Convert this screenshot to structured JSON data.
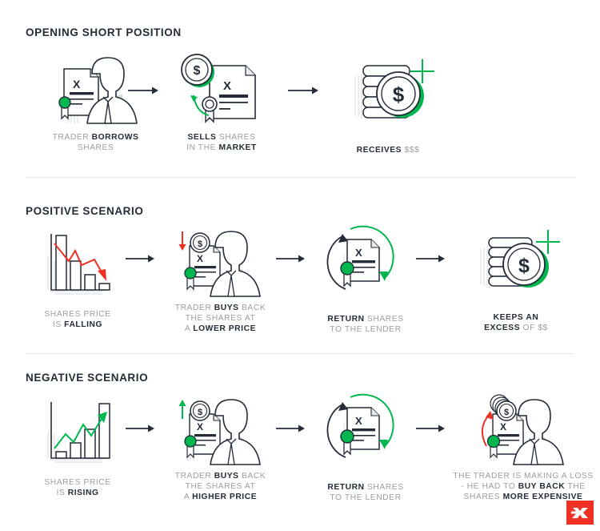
{
  "palette": {
    "ink": "#232c38",
    "muted": "#9a9ea3",
    "green": "#00b74f",
    "red": "#ee3124",
    "shadow": "#d8dbdd",
    "divider": "#e6e8ea",
    "white": "#ffffff"
  },
  "sections": [
    {
      "id": "opening-short-position",
      "title": "OPENING SHORT POSITION",
      "steps": [
        {
          "id": "trader-borrows-shares",
          "icon": "trader-with-certificate-icon",
          "caption": [
            [
              {
                "t": "TRADER ",
                "b": false
              },
              {
                "t": "BORROWS",
                "b": true
              }
            ],
            [
              {
                "t": "SHARES",
                "b": false
              }
            ]
          ]
        },
        {
          "id": "sells-shares-in-the-market",
          "icon": "coin-and-certificate-icon",
          "caption": [
            [
              {
                "t": "SELLS",
                "b": true
              },
              {
                "t": " SHARES",
                "b": false
              }
            ],
            [
              {
                "t": "IN THE ",
                "b": false
              },
              {
                "t": "MARKET",
                "b": true
              }
            ]
          ]
        },
        {
          "id": "receives-cash",
          "icon": "coin-stack-plus-icon",
          "caption": [
            [
              {
                "t": "RECEIVES",
                "b": true
              },
              {
                "t": " $$$",
                "b": false
              }
            ]
          ]
        }
      ]
    },
    {
      "id": "positive-scenario",
      "title": "POSITIVE SCENARIO",
      "steps": [
        {
          "id": "shares-price-falling",
          "icon": "falling-bar-chart-icon",
          "caption": [
            [
              {
                "t": "SHARES PRICE",
                "b": false
              }
            ],
            [
              {
                "t": "IS ",
                "b": false
              },
              {
                "t": "FALLING",
                "b": true
              }
            ]
          ]
        },
        {
          "id": "trader-buys-back-lower",
          "icon": "trader-buys-back-down-icon",
          "caption": [
            [
              {
                "t": "TRADER ",
                "b": false
              },
              {
                "t": "BUYS",
                "b": true
              },
              {
                "t": " BACK",
                "b": false
              }
            ],
            [
              {
                "t": "THE SHARES AT",
                "b": false
              }
            ],
            [
              {
                "t": "A ",
                "b": false
              },
              {
                "t": "LOWER PRICE",
                "b": true
              }
            ]
          ]
        },
        {
          "id": "return-shares-to-lender-positive",
          "icon": "certificate-return-cycle-icon",
          "caption": [
            [
              {
                "t": "RETURN",
                "b": true
              },
              {
                "t": " SHARES",
                "b": false
              }
            ],
            [
              {
                "t": "TO THE LENDER",
                "b": false
              }
            ]
          ]
        },
        {
          "id": "keeps-an-excess",
          "icon": "coin-stack-plus-icon",
          "caption": [
            [
              {
                "t": "KEEPS AN",
                "b": true
              }
            ],
            [
              {
                "t": "EXCESS",
                "b": true
              },
              {
                "t": " OF $$",
                "b": false
              }
            ]
          ]
        }
      ]
    },
    {
      "id": "negative-scenario",
      "title": "NEGATIVE SCENARIO",
      "steps": [
        {
          "id": "shares-price-rising",
          "icon": "rising-bar-chart-icon",
          "caption": [
            [
              {
                "t": "SHARES PRICE",
                "b": false
              }
            ],
            [
              {
                "t": "IS ",
                "b": false
              },
              {
                "t": "RISING",
                "b": true
              }
            ]
          ]
        },
        {
          "id": "trader-buys-back-higher",
          "icon": "trader-buys-back-up-icon",
          "caption": [
            [
              {
                "t": "TRADER ",
                "b": false
              },
              {
                "t": "BUYS",
                "b": true
              },
              {
                "t": " BACK",
                "b": false
              }
            ],
            [
              {
                "t": "THE SHARES AT",
                "b": false
              }
            ],
            [
              {
                "t": "A ",
                "b": false
              },
              {
                "t": "HIGHER PRICE",
                "b": true
              }
            ]
          ]
        },
        {
          "id": "return-shares-to-lender-negative",
          "icon": "certificate-return-cycle-icon",
          "caption": [
            [
              {
                "t": "RETURN",
                "b": true
              },
              {
                "t": " SHARES",
                "b": false
              }
            ],
            [
              {
                "t": "TO THE LENDER",
                "b": false
              }
            ]
          ]
        },
        {
          "id": "trader-making-a-loss",
          "icon": "trader-loss-coins-icon",
          "caption": [
            [
              {
                "t": "THE TRADER IS MAKING A LOSS",
                "b": false
              }
            ],
            [
              {
                "t": "- HE HAD TO ",
                "b": false
              },
              {
                "t": "BUY BACK",
                "b": true
              },
              {
                "t": " THE",
                "b": false
              }
            ],
            [
              {
                "t": "SHARES ",
                "b": false
              },
              {
                "t": "MORE EXPENSIVE",
                "b": true
              }
            ]
          ]
        }
      ]
    }
  ],
  "certificate_mark": "X",
  "coin_symbol": "$",
  "logo": {
    "name": "xtb-logo",
    "mark": "X",
    "color": "#ee3124"
  }
}
